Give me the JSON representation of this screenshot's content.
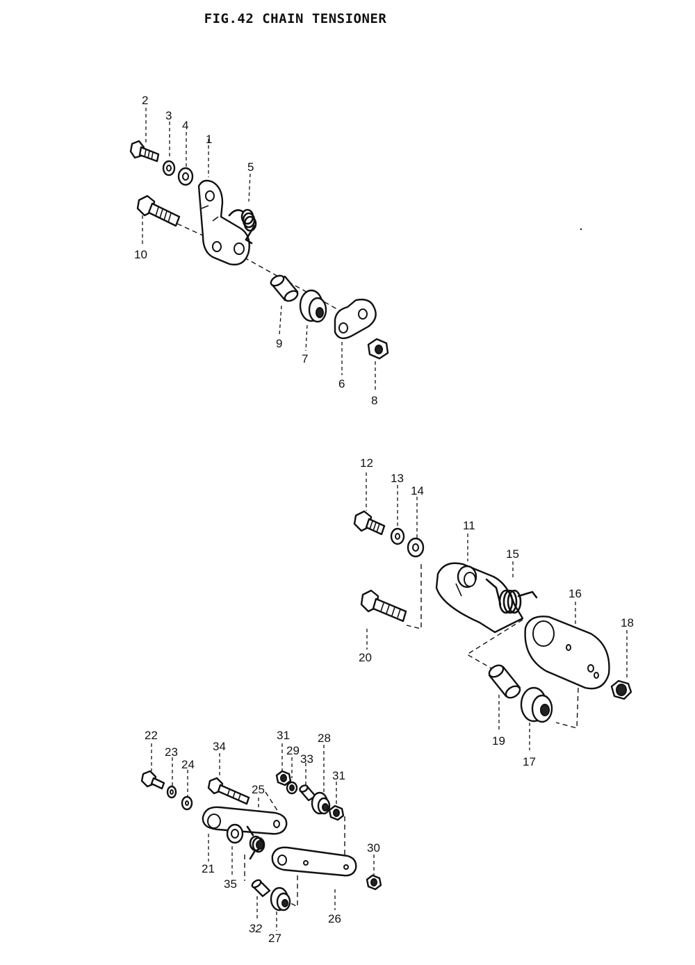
{
  "title": "FIG.42  CHAIN TENSIONER",
  "callouts": {
    "c1": "1",
    "c2": "2",
    "c3": "3",
    "c4": "4",
    "c5": "5",
    "c6": "6",
    "c7": "7",
    "c8": "8",
    "c9": "9",
    "c10": "10",
    "c11": "11",
    "c12": "12",
    "c13": "13",
    "c14": "14",
    "c15": "15",
    "c16": "16",
    "c17": "17",
    "c18": "18",
    "c19": "19",
    "c20": "20",
    "c21": "21",
    "c22": "22",
    "c23": "23",
    "c24": "24",
    "c25": "25",
    "c26": "26",
    "c27": "27",
    "c28": "28",
    "c29": "29",
    "c30": "30",
    "c31": "31",
    "c31b": "31",
    "c32": "32",
    "c33": "33",
    "c34": "34",
    "c35": "35"
  },
  "colors": {
    "ink": "#111111",
    "paper": "#ffffff"
  }
}
